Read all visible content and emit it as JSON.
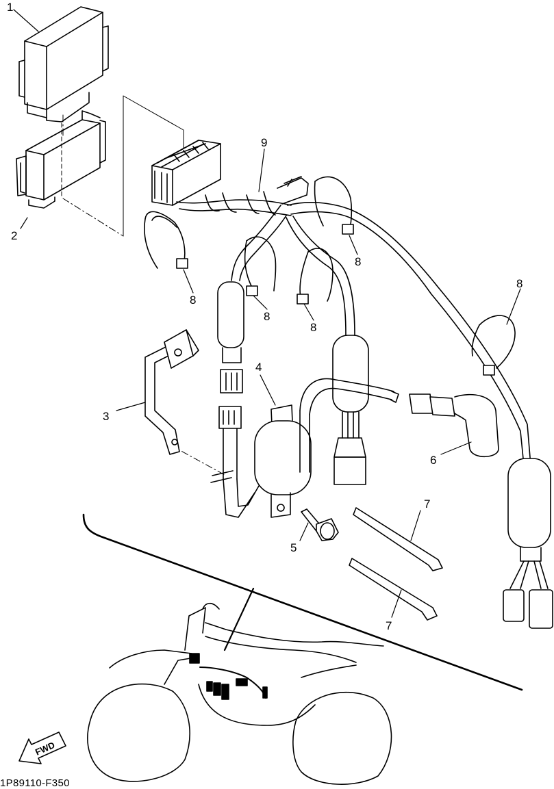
{
  "diagram": {
    "callouts": [
      {
        "id": "1",
        "text": "1"
      },
      {
        "id": "2",
        "text": "2"
      },
      {
        "id": "3",
        "text": "3"
      },
      {
        "id": "4",
        "text": "4"
      },
      {
        "id": "5",
        "text": "5"
      },
      {
        "id": "6",
        "text": "6"
      },
      {
        "id": "7a",
        "text": "7"
      },
      {
        "id": "7b",
        "text": "7"
      },
      {
        "id": "8a",
        "text": "8"
      },
      {
        "id": "8b",
        "text": "8"
      },
      {
        "id": "8c",
        "text": "8"
      },
      {
        "id": "8d",
        "text": "8"
      },
      {
        "id": "8e",
        "text": "8"
      },
      {
        "id": "9",
        "text": "9"
      }
    ],
    "fwd_label": "FWD",
    "drawing_code": "1P89110-F350",
    "line_color": "#000000",
    "background": "#ffffff"
  }
}
